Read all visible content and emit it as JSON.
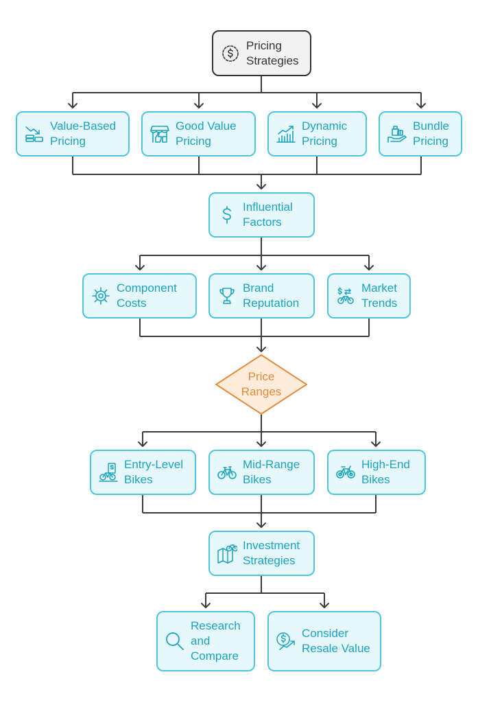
{
  "colors": {
    "node_fill": "#e6f8fc",
    "node_border": "#4fc5db",
    "node_text": "#1aa3bd",
    "root_fill": "#f2f2f2",
    "root_border": "#333333",
    "diamond_fill": "#fdecd9",
    "diamond_border": "#e38a3f",
    "connector": "#3a3a3a"
  },
  "root": {
    "label": "Pricing\nStrategies",
    "icon": "dollar-circle-icon"
  },
  "strategies": [
    {
      "label": "Value-Based\nPricing",
      "icon": "money-down-icon"
    },
    {
      "label": "Good Value\nPricing",
      "icon": "store-thumbs-up-icon"
    },
    {
      "label": "Dynamic\nPricing",
      "icon": "bar-chart-trend-icon"
    },
    {
      "label": "Bundle\nPricing",
      "icon": "bundle-hand-icon"
    }
  ],
  "influential": {
    "label": "Influential\nFactors",
    "icon": "dollar-sign-icon"
  },
  "factors": [
    {
      "label": "Component\nCosts",
      "icon": "gear-icon"
    },
    {
      "label": "Brand\nReputation",
      "icon": "trophy-icon"
    },
    {
      "label": "Market\nTrends",
      "icon": "bike-dollar-icon"
    }
  ],
  "price_ranges": {
    "label": "Price\nRanges"
  },
  "bikes": [
    {
      "label": "Entry-Level\nBikes",
      "icon": "bike-tag-icon"
    },
    {
      "label": "Mid-Range\nBikes",
      "icon": "bicycle-icon"
    },
    {
      "label": "High-End\nBikes",
      "icon": "premium-bike-icon"
    }
  ],
  "investment": {
    "label": "Investment\nStrategies",
    "icon": "bike-map-icon"
  },
  "actions": [
    {
      "label": "Research\nand\nCompare",
      "icon": "magnifier-icon"
    },
    {
      "label": "Consider\nResale Value",
      "icon": "dollar-growth-icon"
    }
  ]
}
